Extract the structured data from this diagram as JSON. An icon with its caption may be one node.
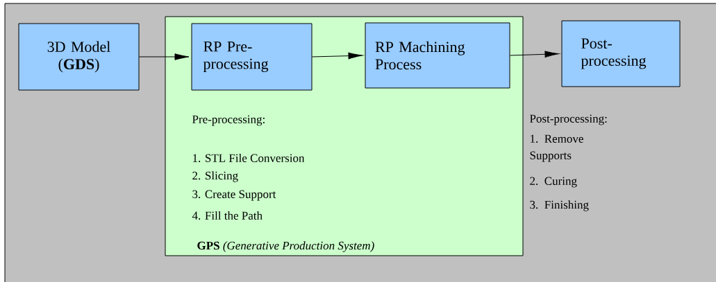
{
  "diagram": {
    "nodes": [
      {
        "text": [
          "3D Model (**GDS**)"
        ]
      },
      {
        "text": [
          "Pre-processing:",
          "1. STL File Conversion",
          "2. Slicing",
          "3. Create Support",
          "4. Fill the Path",
          "**GPS** *(Generative Production System)*"
        ]
      },
      {
        "text": [
          "RP Pre-processing"
        ],
        "in": 1
      },
      {
        "text": [
          "RP Machining Process"
        ],
        "in": 1
      },
      {
        "text": [
          "Post-processing"
        ]
      }
    ],
    "edges": [
      {
        "from": 0,
        "to": 2,
        "arrow": "to"
      },
      {
        "from": 2,
        "to": 3,
        "arrow": "to"
      },
      {
        "from": 3,
        "to": 4,
        "arrow": "to"
      }
    ],
    "labels": [
      "Post-processing:",
      "1. Remove Supports",
      "2. Curing",
      "3. Finishing"
    ]
  }
}
